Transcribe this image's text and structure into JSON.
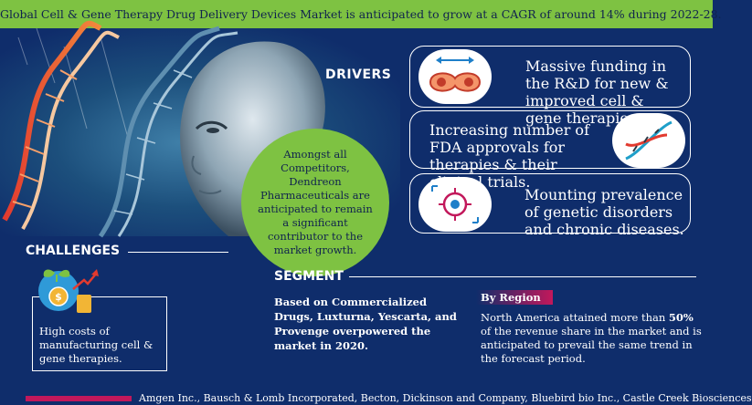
{
  "banner": {
    "text": "Global Cell & Gene Therapy Drug Delivery Devices Market is anticipated to grow at a CAGR of around 14% during 2022-28."
  },
  "hero": {
    "circle_text": "Amongst all Competitors, Dendreon Pharmaceuticals are anticipated to remain a significant contributor to the market growth."
  },
  "drivers": {
    "title": "DRIVERS",
    "items": [
      {
        "text": "Massive funding in the R&D for new & improved cell & gene therapies.",
        "icon": "cell-division-icon"
      },
      {
        "text": "Increasing number of FDA approvals for therapies & their clinical trials.",
        "icon": "dna-icon"
      },
      {
        "text": "Mounting prevalence of genetic disorders and chronic diseases.",
        "icon": "virus-icon"
      }
    ]
  },
  "challenges": {
    "title": "CHALLENGES",
    "text": "High costs of manufacturing cell & gene therapies.",
    "icon": "cost-growth-icon"
  },
  "segment": {
    "title": "SEGMENT",
    "text": "Based on Commercialized Drugs, Luxturna, Yescarta, and Provenge overpowered the market in 2020.",
    "region_label": "By Region",
    "region_text_before": "North America attained more than ",
    "region_highlight": "50%",
    "region_text_after": " of the revenue share in the market and is anticipated to prevail the same trend in the forecast period."
  },
  "footer": {
    "companies": "Amgen Inc., Bausch & Lomb Incorporated, Becton, Dickinson and Company, Bluebird bio Inc., Castle Creek Biosciences"
  },
  "colors": {
    "background": "#0f2d6b",
    "accent_green": "#7ec242",
    "accent_pink": "#c2185b"
  }
}
